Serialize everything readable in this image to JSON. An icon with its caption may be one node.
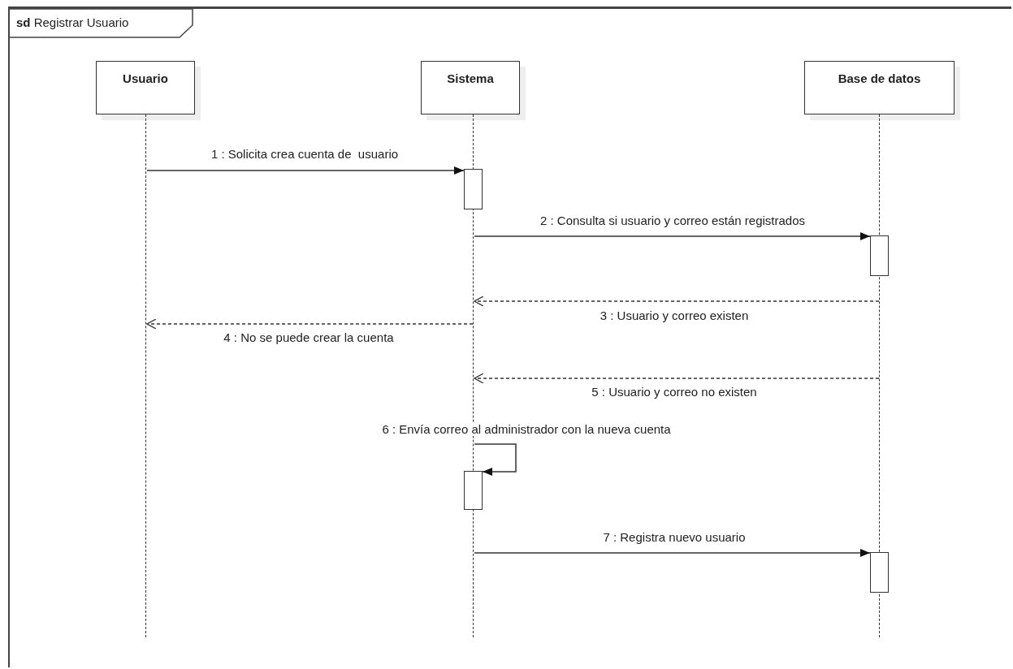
{
  "diagram": {
    "nodes": [
      {
        "text": [
          "**sd** Registrar Usuario"
        ]
      },
      {
        "text": [
          "Usuario"
        ],
        "in": 0
      },
      {
        "text": [
          "Sistema"
        ],
        "in": 0
      },
      {
        "text": [
          "Base de datos"
        ],
        "in": 0
      },
      {
        "text": [],
        "shape": "line",
        "in": 0
      },
      {
        "text": [],
        "shape": "line",
        "in": 0
      },
      {
        "text": [],
        "shape": "line",
        "in": 0
      },
      {
        "text": [],
        "shape": "bar",
        "in": 0
      },
      {
        "text": [],
        "shape": "bar",
        "in": 0
      },
      {
        "text": [],
        "shape": "bar",
        "in": 0
      },
      {
        "text": [],
        "shape": "bar",
        "in": 0
      }
    ],
    "edges": [
      {
        "from": 4,
        "to": 7,
        "arrow": "to",
        "label": "1 : Solicita crea cuenta de  usuario"
      },
      {
        "from": 5,
        "to": 8,
        "arrow": "to",
        "label": "2 : Consulta si usuario y correo están registrados"
      },
      {
        "from": 6,
        "to": 5,
        "arrow": "to",
        "style": "dashed",
        "label": "3 : Usuario y correo existen"
      },
      {
        "from": 5,
        "to": 4,
        "arrow": "to",
        "style": "dashed",
        "label": "4 : No se puede crear la cuenta"
      },
      {
        "from": 6,
        "to": 5,
        "arrow": "to",
        "style": "dashed",
        "label": "5 : Usuario y correo no existen"
      },
      {
        "from": 5,
        "to": 9,
        "arrow": "to",
        "label": "6 : Envía correo al administrador con la nueva cuenta"
      },
      {
        "from": 5,
        "to": 10,
        "arrow": "to",
        "label": "7 : Registra nuevo usuario"
      }
    ]
  }
}
